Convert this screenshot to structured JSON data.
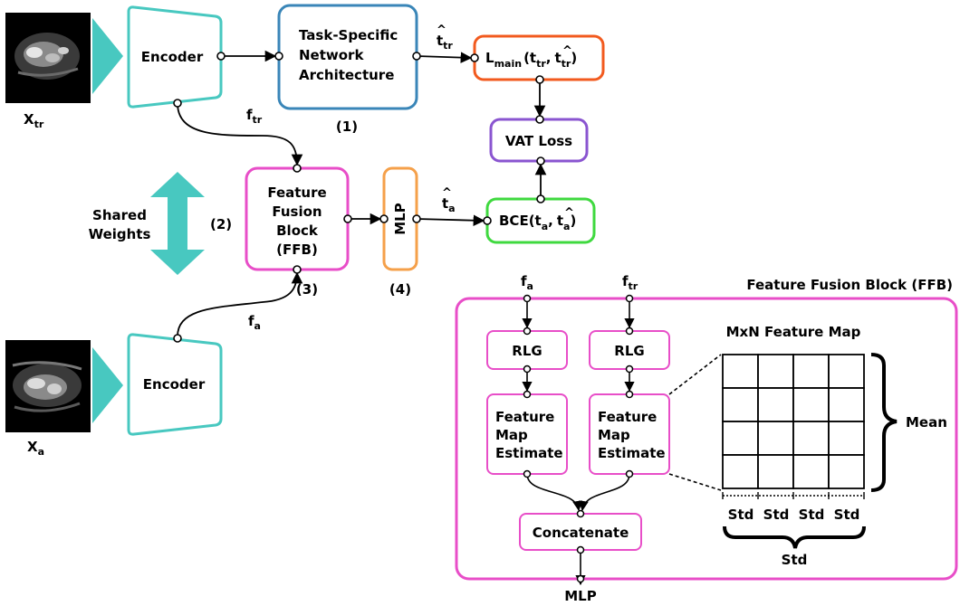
{
  "colors": {
    "teal": "#48c8c0",
    "blue": "#3a86b8",
    "orange_red": "#f25a1e",
    "purple": "#8a55d0",
    "green": "#3fd93f",
    "magenta": "#e84ec8",
    "orange": "#f5a04a"
  },
  "inputs": {
    "top": {
      "label": "X",
      "sub": "tr",
      "image_kind": "cardiac-mri-slice"
    },
    "bottom": {
      "label": "X",
      "sub": "a",
      "image_kind": "cardiac-mri-slice"
    }
  },
  "encoder_top": {
    "label": "Encoder"
  },
  "encoder_bottom": {
    "label": "Encoder"
  },
  "task_network": {
    "lines": [
      "Task-Specific",
      "Network",
      "Architecture"
    ],
    "number": "(1)"
  },
  "loss_main": {
    "L": "L",
    "sub": "main",
    "args": "(t",
    "args_sub1": "tr",
    "comma": ",",
    "t2": "t",
    "t2_sub": "tr",
    "close": ")"
  },
  "vat_loss": {
    "label": "VAT Loss"
  },
  "bce": {
    "prefix": "BCE(t",
    "sub1": "a",
    "comma": ",",
    "t2": "t",
    "sub2": "a",
    "close": ")"
  },
  "ffb": {
    "lines": [
      "Feature",
      "Fusion",
      "Block",
      "(FFB)"
    ],
    "number": "(3)"
  },
  "mlp": {
    "label": "MLP",
    "number": "(4)"
  },
  "shared": {
    "lines": [
      "Shared",
      "Weights"
    ],
    "number": "(2)"
  },
  "edge_labels": {
    "f_tr": {
      "base": "f",
      "sub": "tr"
    },
    "f_a": {
      "base": "f",
      "sub": "a"
    },
    "t_hat_tr": {
      "base": "t",
      "sub": "tr",
      "hat": "^"
    },
    "t_hat_a": {
      "base": "t",
      "sub": "a",
      "hat": "^"
    }
  },
  "ffb_detail": {
    "title": "Feature Fusion Block (FFB)",
    "input_left": {
      "base": "f",
      "sub": "a"
    },
    "input_right": {
      "base": "f",
      "sub": "tr"
    },
    "rlg": "RLG",
    "estimate_lines": [
      "Feature",
      "Map",
      "Estimate"
    ],
    "concatenate": "Concatenate",
    "output": "MLP",
    "feature_map_title": "MxN Feature Map",
    "mean_label": "Mean",
    "std_labels": [
      "Std",
      "Std",
      "Std",
      "Std"
    ],
    "std_total": "Std",
    "grid_rows": 4,
    "grid_cols": 4
  }
}
